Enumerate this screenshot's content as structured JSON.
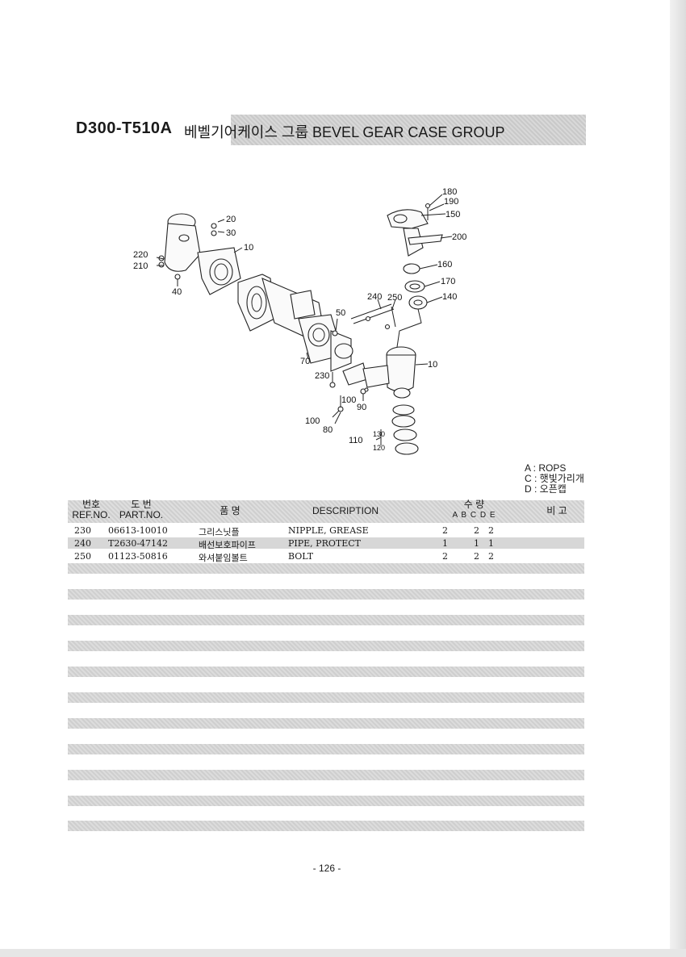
{
  "header": {
    "code": "D300-T510A",
    "title": "베벨기어케이스 그룹  BEVEL GEAR CASE GROUP"
  },
  "diagram": {
    "callouts": [
      "180",
      "190",
      "150",
      "200",
      "160",
      "170",
      "140",
      "240",
      "250",
      "50",
      "20",
      "30",
      "10",
      "220",
      "210",
      "40",
      "70",
      "230",
      "10",
      "100",
      "90",
      "100",
      "80",
      "110",
      "130",
      "120"
    ]
  },
  "legend": {
    "a": "A : ROPS",
    "c": "C : 햇빛가리개",
    "d": "D : 오픈캡"
  },
  "table": {
    "headers": {
      "ref_kr": "번호",
      "ref_en": "REF.NO.",
      "part_kr": "도  번",
      "part_en": "PART.NO.",
      "name_kr": "품     명",
      "desc": "DESCRIPTION",
      "qty_kr": "수     량",
      "qty_cols": "A  B  C  D  E",
      "remark": "비   고"
    },
    "rows": [
      {
        "ref": "230",
        "part": "06613-10010",
        "name": "그리스닛플",
        "desc": "NIPPLE, GREASE",
        "a": "2",
        "b": "",
        "c": "2",
        "d": "2",
        "e": ""
      },
      {
        "ref": "240",
        "part": "T2630-47142",
        "name": "배선보호파이프",
        "desc": "PIPE, PROTECT",
        "a": "1",
        "b": "",
        "c": "1",
        "d": "1",
        "e": ""
      },
      {
        "ref": "250",
        "part": "01123-50816",
        "name": "와셔붙임볼트",
        "desc": "BOLT",
        "a": "2",
        "b": "",
        "c": "2",
        "d": "2",
        "e": ""
      }
    ]
  },
  "footer": {
    "page_number": "- 126 -"
  }
}
